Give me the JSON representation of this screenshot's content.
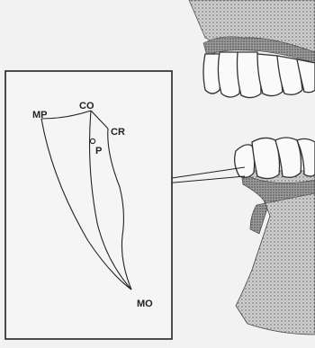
{
  "diagram": {
    "points": {
      "mp": "MP",
      "co": "CO",
      "cr": "CR",
      "p": "P",
      "mo": "MO"
    },
    "colors": {
      "background": "#f2f2f2",
      "ink": "#222222",
      "tooth": "#fafafa",
      "gum": "#8a8a8a",
      "bone": "#bdbdbd"
    }
  }
}
